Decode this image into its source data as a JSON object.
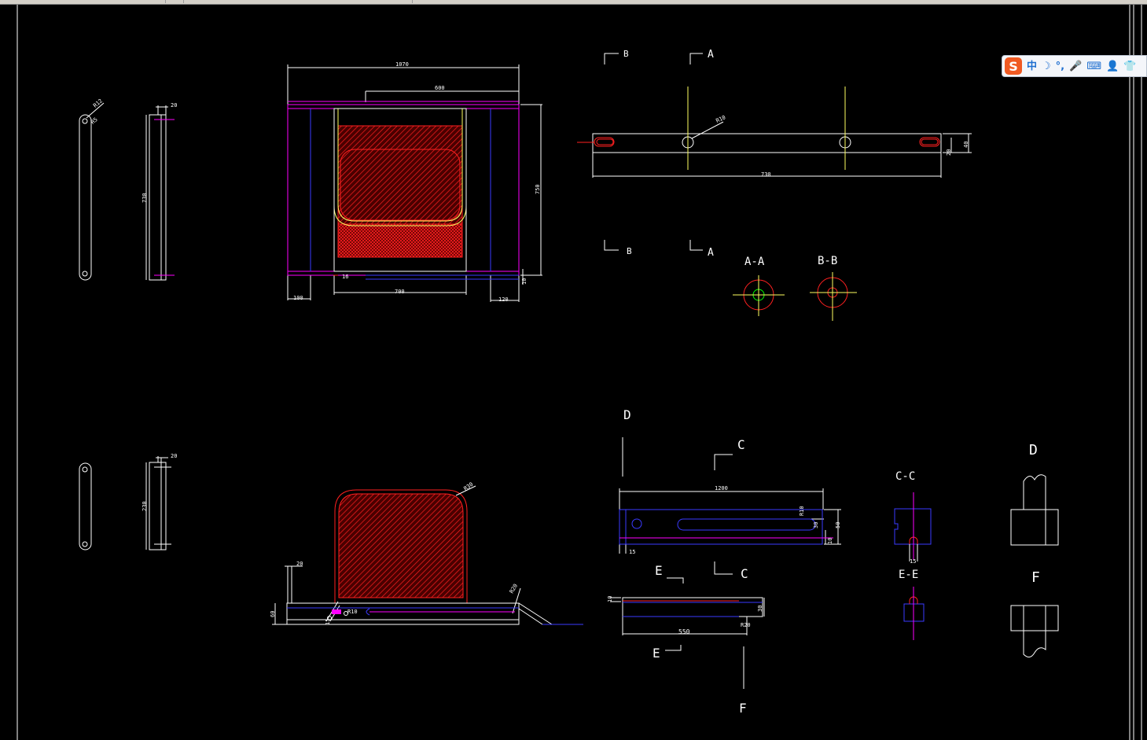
{
  "colors": {
    "background": "#000000",
    "line_white": "#ffffff",
    "line_magenta": "#ff00ff",
    "line_blue": "#3a3aff",
    "line_red": "#ff2020",
    "line_yellow": "#ffff60",
    "line_green": "#00ff00",
    "ime_accent": "#1f6fd0"
  },
  "ime_toolbar": {
    "logo": "S",
    "mode": "中",
    "moon_icon": "☽",
    "punct": "°,",
    "mic_icon": "🎤",
    "keyboard_icon": "⌨",
    "user_icon": "👤",
    "shirt_icon": "👕"
  },
  "labels": {
    "sec_B": "B",
    "sec_A": "A",
    "sec_AA": "A-A",
    "sec_BB": "B-B",
    "sec_D": "D",
    "sec_C": "C",
    "sec_CC": "C-C",
    "sec_E": "E",
    "sec_EE": "E-E",
    "sec_F": "F"
  },
  "dims": {
    "d1070": "1070",
    "d600": "600",
    "d750": "750",
    "d100": "100",
    "d16": "16",
    "d700": "700",
    "d120": "120",
    "d10a": "10",
    "d20a": "20",
    "d730a": "730",
    "r12": "R12",
    "r5": "R5",
    "r10a": "R10",
    "d730b": "730",
    "d40": "40",
    "d20b": "20",
    "d20c": "20",
    "d230": "230",
    "r30": "R30",
    "r20": "R20",
    "d20d": "20",
    "d60": "60",
    "d15a": "15",
    "r10b": "R10",
    "d1200": "1200",
    "r10c": "R10",
    "d30a": "30",
    "d50": "50",
    "d10b": "10",
    "d15b": "15",
    "d10c": "10",
    "d30b": "30",
    "r20b": "R20",
    "d550": "550",
    "d15c": "15"
  }
}
